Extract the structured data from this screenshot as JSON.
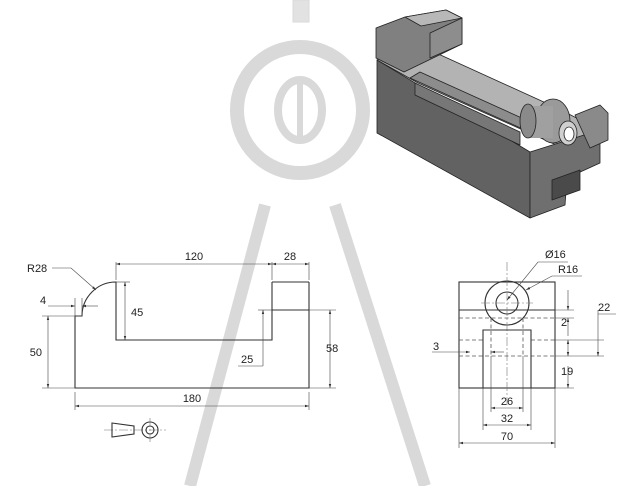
{
  "front_view": {
    "dims": {
      "r28": "R28",
      "d120": "120",
      "d28": "28",
      "d4": "4",
      "d45": "45",
      "d50": "50",
      "d25": "25",
      "d58": "58",
      "d180": "180"
    }
  },
  "side_view": {
    "dims": {
      "dia16": "Ø16",
      "r16": "R16",
      "d22": "22",
      "d2": "2",
      "d3": "3",
      "d19": "19",
      "d26": "26",
      "d32": "32",
      "d70": "70"
    }
  },
  "colors": {
    "iso_top": "#a8a8a8",
    "iso_front": "#5d5d5d",
    "iso_side": "#7a7a7a",
    "watermark": "#d9d9d9"
  }
}
